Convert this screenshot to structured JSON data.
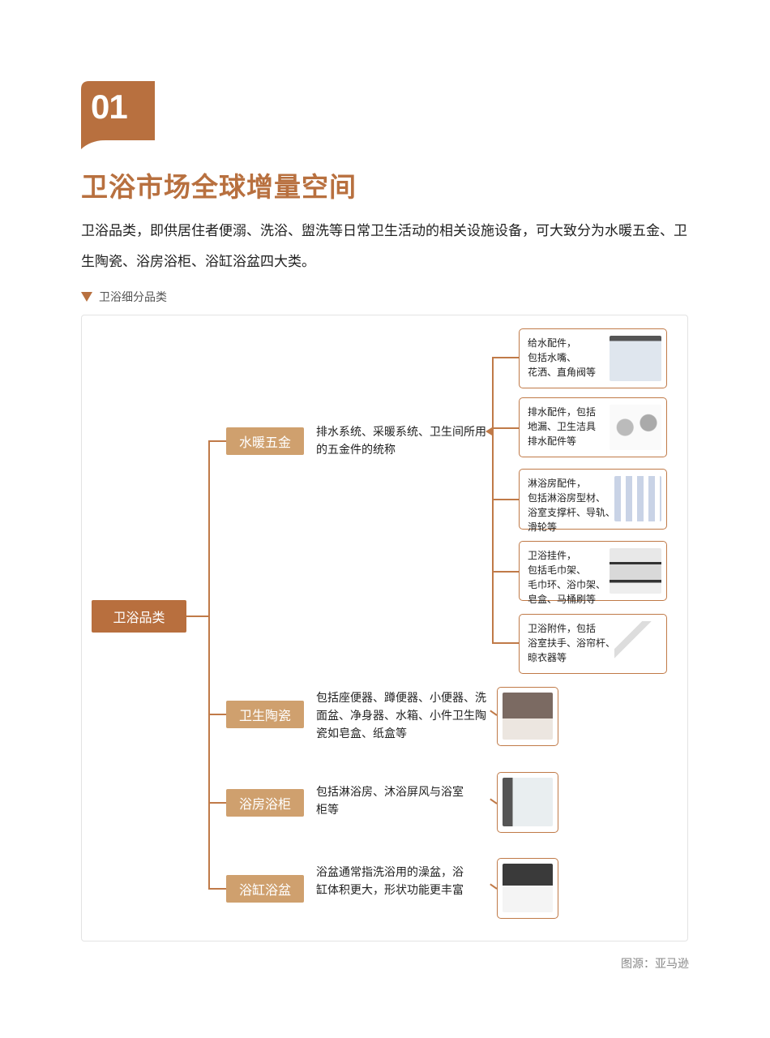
{
  "section_number": "01",
  "title": "卫浴市场全球增量空间",
  "intro": "卫浴品类，即供居住者便溺、洗浴、盥洗等日常卫生活动的相关设施设备，可大致分为水暖五金、卫生陶瓷、浴房浴柜、浴缸浴盆四大类。",
  "subsection_label": "卫浴细分品类",
  "brand_color": "#b8703f",
  "tree": {
    "root": "卫浴品类",
    "categories": [
      {
        "label": "水暖五金",
        "desc": "排水系统、采暖系统、卫生间所用的五金件的统称",
        "children": [
          {
            "text": "给水配件，\n包括水嘴、\n花洒、直角阀等",
            "image": "shower-head-image"
          },
          {
            "text": "排水配件，包括\n地漏、卫生洁具\n排水配件等",
            "image": "drain-image"
          },
          {
            "text": "淋浴房配件，\n包括淋浴房型材、\n浴室支撑杆、导轨、\n滑轮等",
            "image": "shower-room-parts-image"
          },
          {
            "text": "卫浴挂件，\n包括毛巾架、\n毛巾环、浴巾架、\n皂盒、马桶刷等",
            "image": "bathroom-rack-image"
          },
          {
            "text": "卫浴附件，包括\n浴室扶手、浴帘杆、\n晾衣器等",
            "image": "grab-bar-image"
          }
        ]
      },
      {
        "label": "卫生陶瓷",
        "desc": "包括座便器、蹲便器、小便器、洗面盆、净身器、水箱、小件卫生陶瓷如皂盒、纸盒等",
        "image": "toilet-image"
      },
      {
        "label": "浴房浴柜",
        "desc": "包括淋浴房、沐浴屏风与浴室柜等",
        "image": "shower-enclosure-image"
      },
      {
        "label": "浴缸浴盆",
        "desc": "浴盆通常指洗浴用的澡盆，浴缸体积更大，形状功能更丰富",
        "image": "bathtub-image"
      }
    ]
  },
  "source": "图源：亚马逊"
}
